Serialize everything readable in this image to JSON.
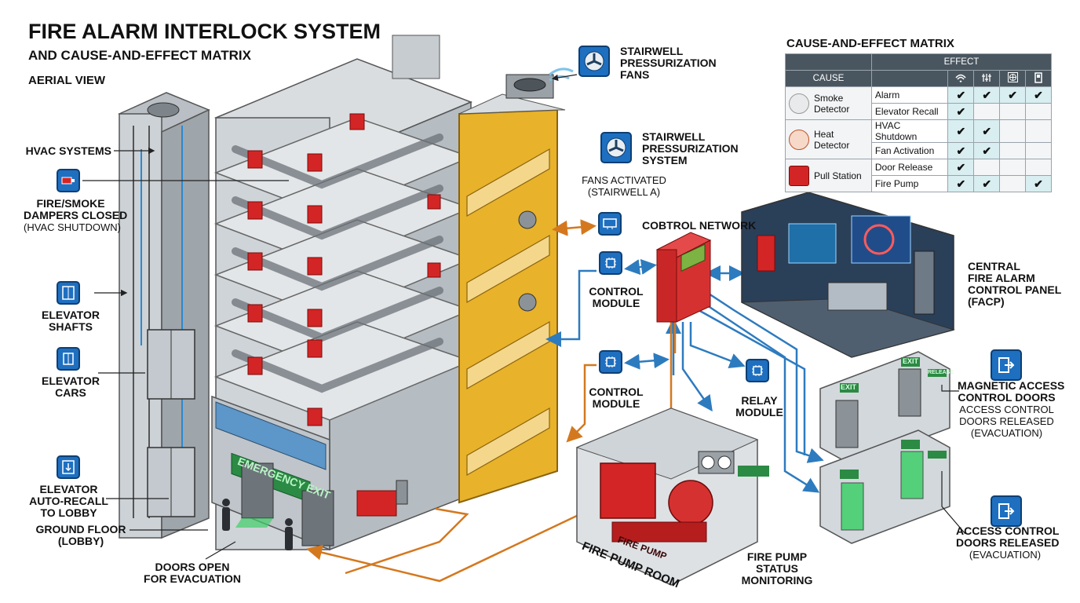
{
  "title": {
    "main": "FIRE ALARM INTERLOCK SYSTEM",
    "sub": "AND CAUSE-AND-EFFECT MATRIX",
    "view": "AERIAL VIEW"
  },
  "left_labels": {
    "hvac": "HVAC SYSTEMS",
    "dampers": [
      "FIRE/SMOKE",
      "DAMPERS CLOSED"
    ],
    "dampers_note": "(HVAC SHUTDOWN)",
    "shafts": [
      "ELEVATOR",
      "SHAFTS"
    ],
    "cars": [
      "ELEVATOR",
      "CARS"
    ],
    "recall": [
      "ELEVATOR",
      "AUTO-RECALL",
      "TO LOBBY"
    ],
    "ground": [
      "GROUND FLOOR",
      "(LOBBY)"
    ],
    "doors_open": [
      "DOORS OPEN",
      "FOR EVACUATION"
    ]
  },
  "building_signs": {
    "emergency_exit": "EMERGENCY EXIT",
    "fire_pump_sign": "FIRE PUMP",
    "fire_pump_room": "FIRE PUMP ROOM"
  },
  "middle_labels": {
    "press_fans": [
      "STAIRWELL",
      "PRESSURIZATION",
      "FANS"
    ],
    "press_system": [
      "STAIRWELL",
      "PRESSURIZATION",
      "SYSTEM"
    ],
    "fans_activated": [
      "FANS ACTIVATED",
      "(STAIRWELL A)"
    ],
    "control_network": "COBTROL NETWORK",
    "control_module_1": [
      "CONTROL",
      "MODULE"
    ],
    "control_module_2": [
      "CONTROL",
      "MODULE"
    ],
    "relay_module": [
      "RELAY",
      "MODULE"
    ],
    "pump_status": [
      "FIRE PUMP",
      "STATUS",
      "MONITORING"
    ]
  },
  "right_labels": {
    "facp": [
      "CENTRAL",
      "FIRE ALARM",
      "CONTROL PANEL",
      "(FACP)"
    ],
    "mag_doors": [
      "MAGNETIC ACCESS",
      "CONTROL DOORS"
    ],
    "mag_doors_note": [
      "ACCESS CONTROL",
      "DOORS RELEASED",
      "(EVACUATION)"
    ],
    "access_released": [
      "ACCESS CONTROL",
      "DOORS RELEASED"
    ],
    "access_released_note": "(EVACUATION)",
    "exit_sign": "EXIT",
    "release_sign": "RELEASE"
  },
  "matrix": {
    "title": "CAUSE-AND-EFFECT MATRIX",
    "effect_header": "EFFECT",
    "cause_header": "CAUSE",
    "effect_icons": [
      "alarm-horn-icon",
      "elevator-icon",
      "hvac-fan-icon",
      "door-icon"
    ],
    "check": "✔",
    "causes": [
      {
        "name": [
          "Smoke",
          "Detector"
        ],
        "icon": "smoke-detector-icon",
        "effects": [
          {
            "label": "Alarm",
            "checks": [
              true,
              true,
              true,
              true
            ]
          },
          {
            "label": "Elevator Recall",
            "checks": [
              true,
              false,
              false,
              false
            ]
          }
        ]
      },
      {
        "name": [
          "Heat",
          "Detector"
        ],
        "icon": "heat-detector-icon",
        "effects": [
          {
            "label": "HVAC Shutdown",
            "checks": [
              true,
              true,
              false,
              false
            ]
          },
          {
            "label": "Fan Activation",
            "checks": [
              true,
              true,
              false,
              false
            ]
          }
        ]
      },
      {
        "name": [
          "Pull Station"
        ],
        "icon": "pull-station-icon",
        "effects": [
          {
            "label": "Door Release",
            "checks": [
              true,
              false,
              false,
              false
            ]
          },
          {
            "label": "Fire Pump",
            "checks": [
              true,
              true,
              false,
              true
            ]
          }
        ]
      }
    ]
  },
  "colors": {
    "accent_blue": "#1e6fc0",
    "fire_red": "#d32525",
    "stair_yellow": "#e8b22a",
    "concrete": "#c9ced2",
    "signal_green": "#2fa24a",
    "link_orange": "#d4781f",
    "link_blue": "#2d7bbf"
  }
}
